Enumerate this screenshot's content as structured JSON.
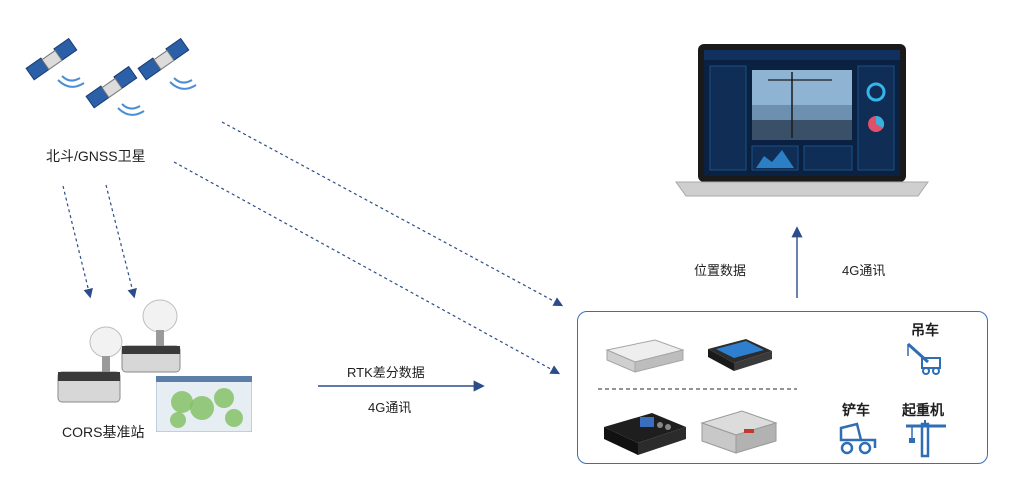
{
  "nodes": {
    "satellite_label": "北斗/GNSS卫星",
    "cors_label": "CORS基准站",
    "rtk_label": "RTK差分数据",
    "rtk_comm": "4G通讯",
    "position_label": "位置数据",
    "uplink_comm": "4G通讯"
  },
  "equipment": {
    "crane": "吊车",
    "loader": "铲车",
    "tower_crane": "起重机"
  },
  "colors": {
    "arrow": "#2c4d8a",
    "box_border": "#3b6fb5",
    "machine_icon": "#2f6db5"
  }
}
